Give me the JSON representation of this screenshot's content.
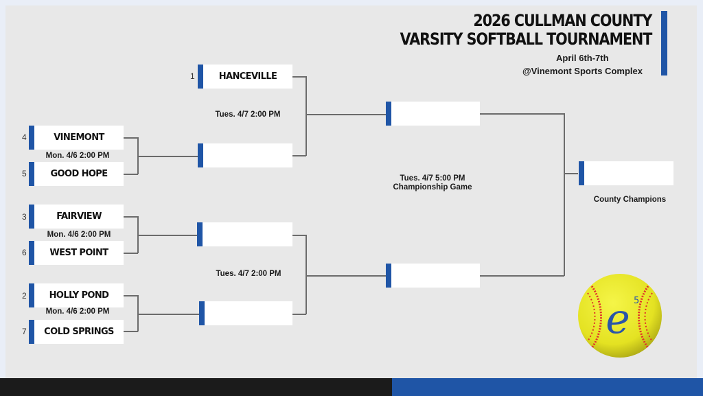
{
  "header": {
    "title_line1": "2026 CULLMAN COUNTY",
    "title_line2": "VARSITY SOFTBALL TOURNAMENT",
    "dates": "April 6th-7th",
    "venue": "@Vinemont Sports Complex"
  },
  "colors": {
    "accent_blue": "#1f55a6",
    "panel_bg": "#e8e8e8",
    "slot_bg": "#ffffff",
    "bottom_black": "#1b1b1b"
  },
  "round1": [
    {
      "seed_top": "4",
      "team_top": "VINEMONT",
      "seed_bottom": "5",
      "team_bottom": "GOOD HOPE",
      "time": "Mon. 4/6  2:00 PM"
    },
    {
      "seed_top": "3",
      "team_top": "FAIRVIEW",
      "seed_bottom": "6",
      "team_bottom": "WEST POINT",
      "time": "Mon. 4/6  2:00 PM"
    },
    {
      "seed_top": "2",
      "team_top": "HOLLY POND",
      "seed_bottom": "7",
      "team_bottom": "COLD SPRINGS",
      "time": "Mon. 4/6  2:00 PM"
    }
  ],
  "semis": [
    {
      "seed_top": "1",
      "team_top": "HANCEVILLE",
      "team_bottom": "",
      "time": "Tues. 4/7  2:00 PM"
    },
    {
      "team_top": "",
      "team_bottom": "",
      "time": "Tues. 4/7  2:00 PM"
    }
  ],
  "final": {
    "team_top": "",
    "team_bottom": "",
    "time": "Tues. 4/7  5:00 PM",
    "label": "Championship Game"
  },
  "champion": {
    "team": "",
    "label": "County Champions"
  },
  "logo": {
    "icon": "softball-e5-logo",
    "text": "e",
    "superscript": "5"
  }
}
